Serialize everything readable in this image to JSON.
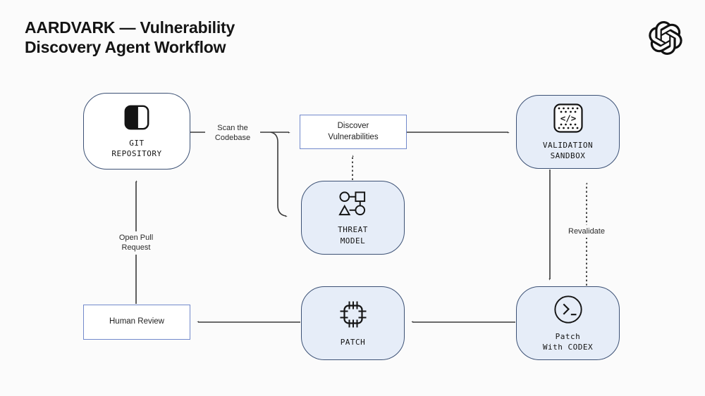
{
  "header": {
    "title": "AARDVARK — Vulnerability\nDiscovery Agent Workflow",
    "logo": "openai-logo"
  },
  "colors": {
    "page_bg": "#fbfbfb",
    "node_fill": "#e6edf8",
    "node_border": "#3c5175",
    "box_border": "#7289cb",
    "box_fill": "#ffffff",
    "line": "#3a3a3a",
    "text": "#141414"
  },
  "nodes": {
    "git_repository": {
      "label": "GIT\nREPOSITORY",
      "icon": "repository-icon"
    },
    "discover_vulnerabilities": {
      "label": "Discover\nVulnerabilities"
    },
    "threat_model": {
      "label": "THREAT\nMODEL",
      "icon": "threat-model-icon"
    },
    "validation_sandbox": {
      "label": "VALIDATION\nSANDBOX",
      "icon": "sandbox-code-icon"
    },
    "patch_with_codex": {
      "label": "Patch\nWith CODEX",
      "icon": "terminal-icon"
    },
    "patch": {
      "label": "PATCH",
      "icon": "chip-icon"
    },
    "human_review": {
      "label": "Human Review"
    }
  },
  "edge_labels": {
    "scan_the_codebase": "Scan the\nCodebase",
    "open_pull_request": "Open Pull\nRequest",
    "revalidate": "Revalidate"
  },
  "icons": {
    "sandbox_code_glyph": "</>"
  }
}
